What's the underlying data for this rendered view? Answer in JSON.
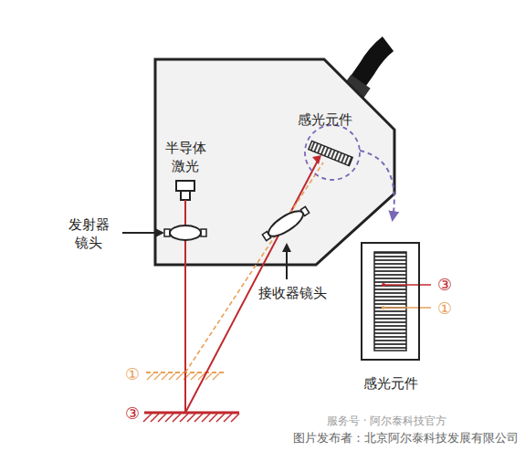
{
  "diagram": {
    "caption": "图片发布者：北京阿尔泰科技发展有限公司",
    "nodes": [
      {
        "text": [
          "感光元件"
        ]
      }
    ],
    "labels": [
      "感光元件",
      "半导体 激光",
      "发射器 镜头",
      "接收器镜头",
      "①",
      "③",
      "③",
      "①",
      "服务号 · 阿尔泰科技官方"
    ]
  }
}
